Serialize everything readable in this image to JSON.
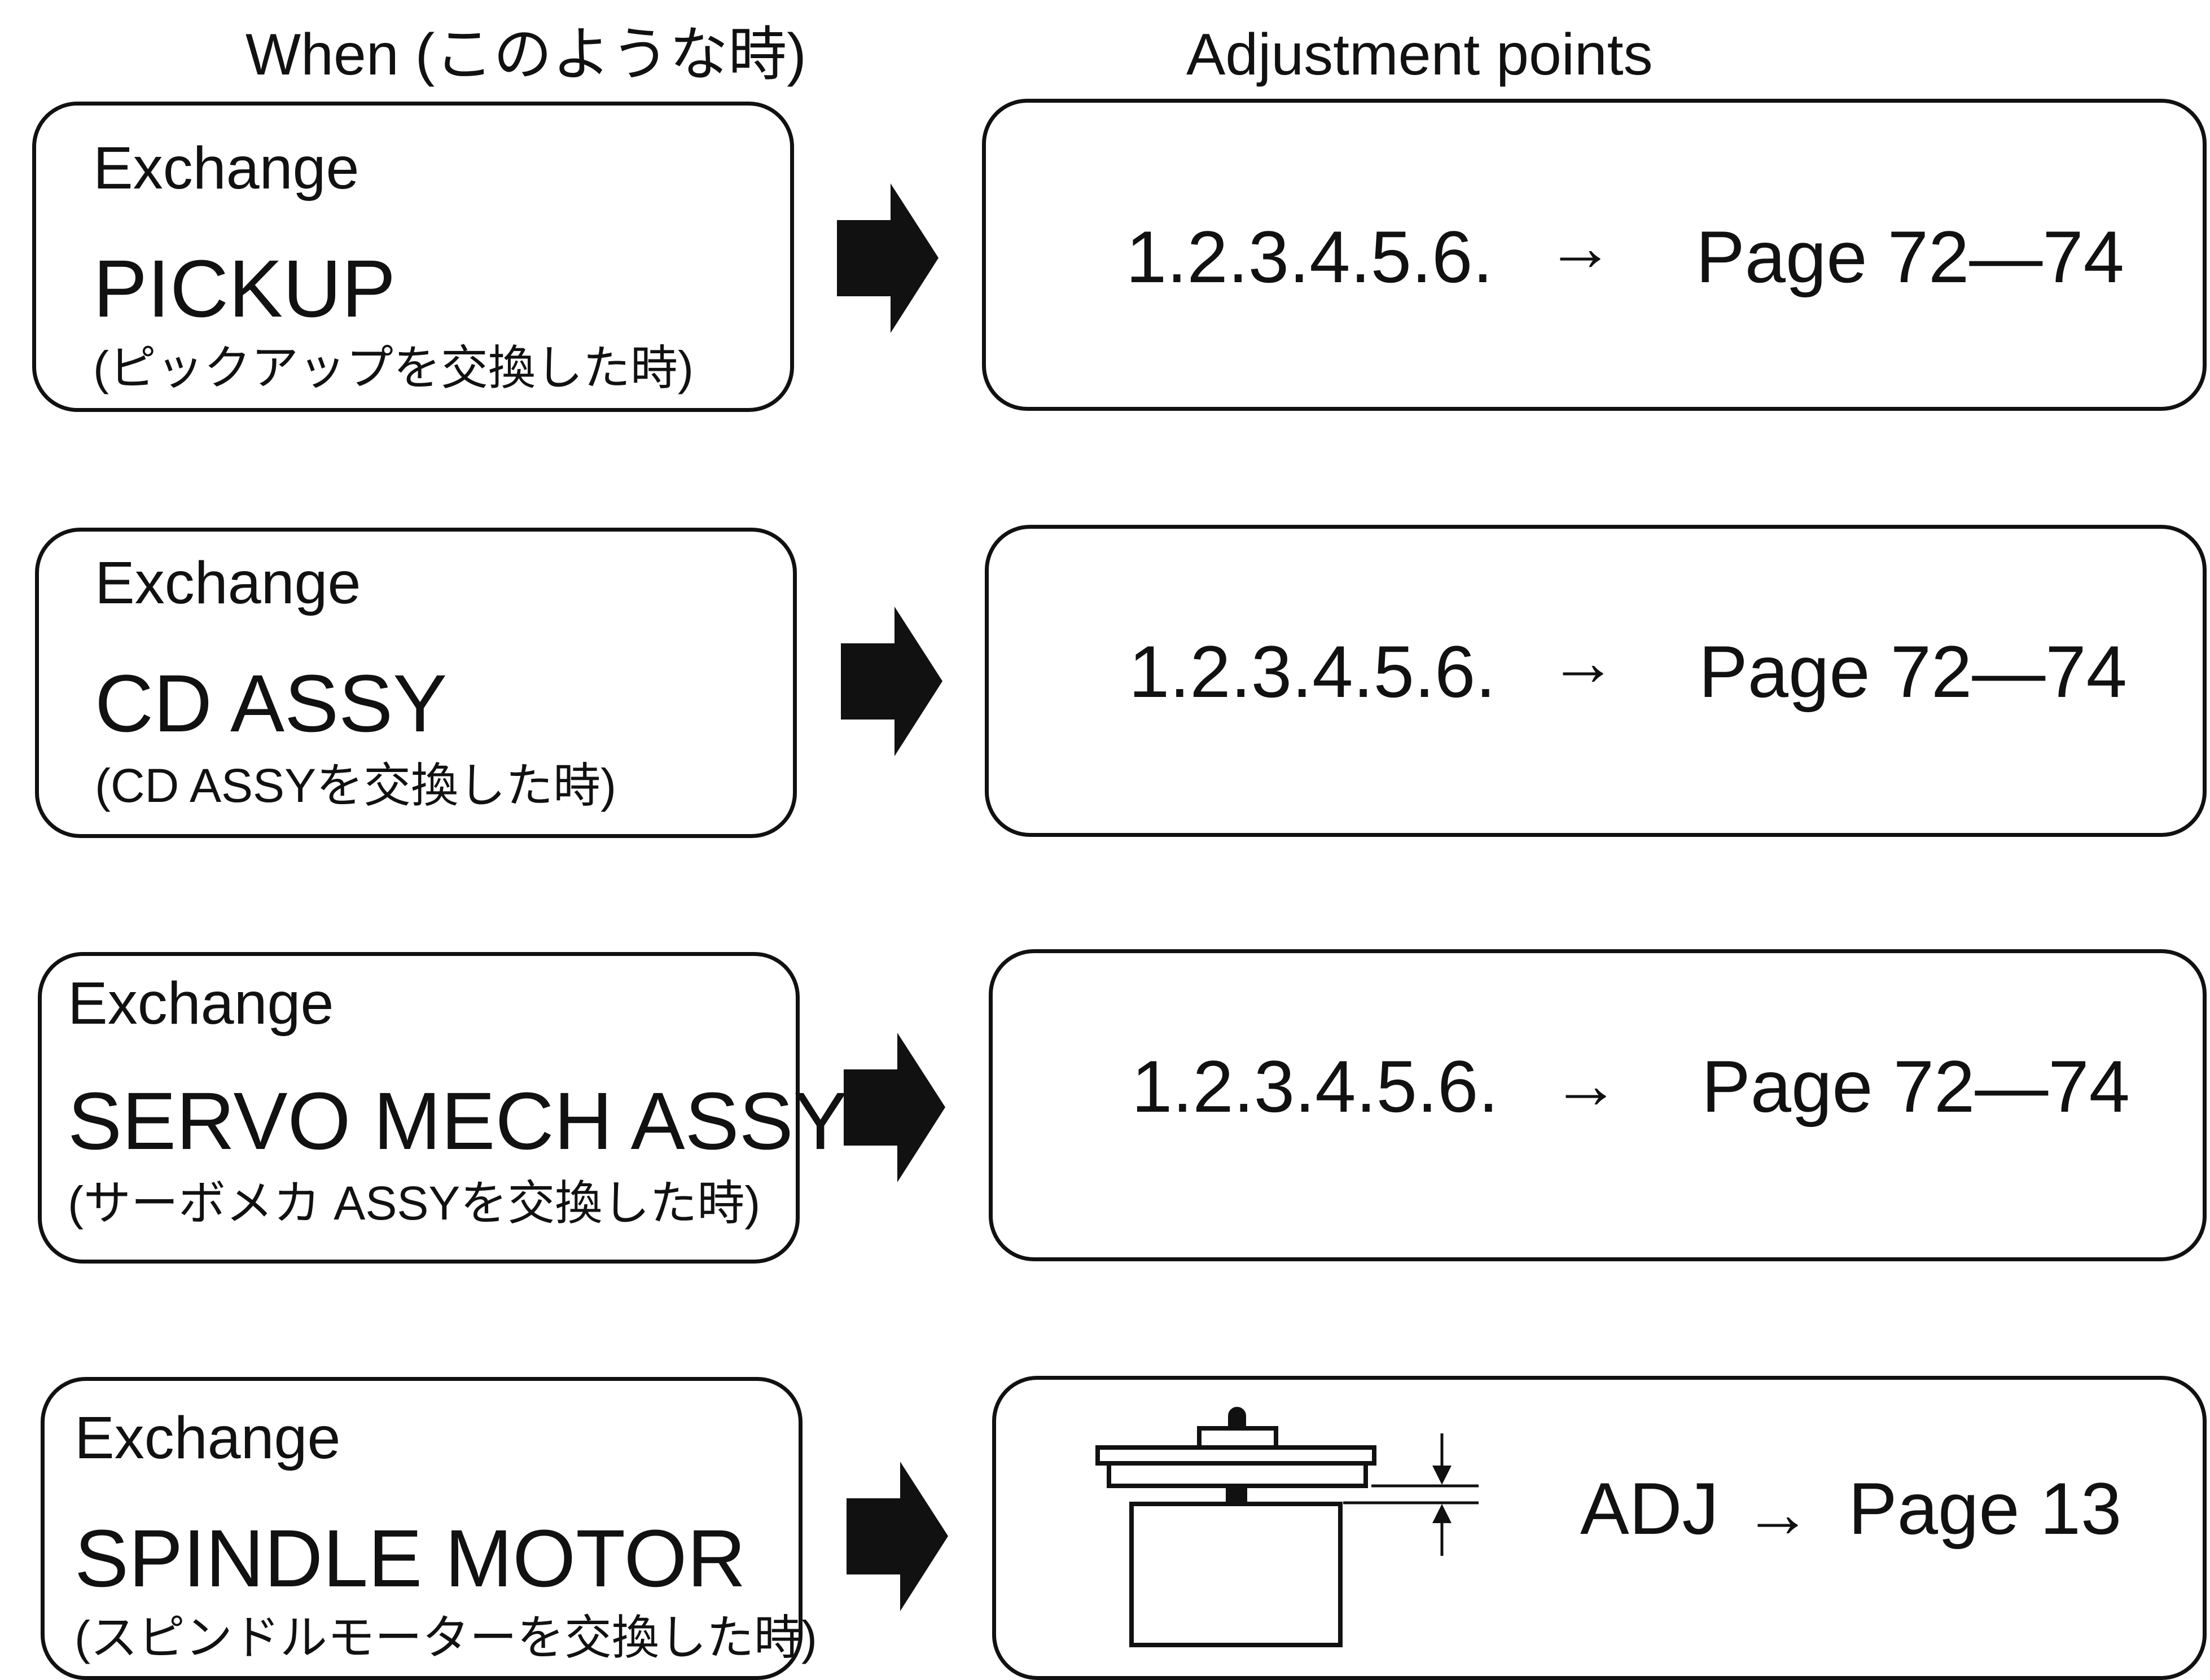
{
  "headers": {
    "when": "When (このような時)",
    "adjustment": "Adjustment points"
  },
  "rows": [
    {
      "exchange": "Exchange",
      "part": "PICKUP",
      "part_jp": "(ピックアップを交換した時)",
      "steps": "1.2.3.4.5.6.",
      "arrow": "→",
      "page": "Page 72—74"
    },
    {
      "exchange": "Exchange",
      "part": "CD ASSY",
      "part_jp": "(CD ASSYを交換した時)",
      "steps": "1.2.3.4.5.6.",
      "arrow": "→",
      "page": "Page 72—74"
    },
    {
      "exchange": "Exchange",
      "part": "SERVO MECH ASSY",
      "part_jp": "(サーボメカ ASSYを交換した時)",
      "steps": "1.2.3.4.5.6.",
      "arrow": "→",
      "page": "Page 72—74"
    },
    {
      "exchange": "Exchange",
      "part": "SPINDLE MOTOR",
      "part_jp": "(スピンドルモーターを交換した時)",
      "steps": "ADJ",
      "arrow": "→",
      "page": "Page 13"
    }
  ]
}
